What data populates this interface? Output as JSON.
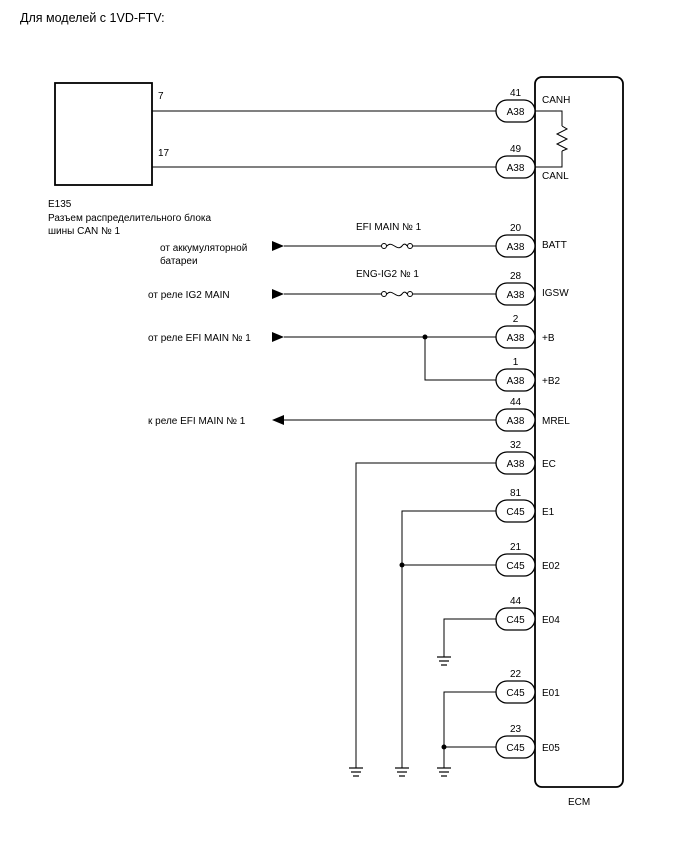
{
  "header": {
    "title": "Для моделей с 1VD-FTV:"
  },
  "e135": {
    "id": "E135",
    "name_line1": "Разъем распределительного блока",
    "name_line2": "шины CAN № 1",
    "pin_top": "7",
    "pin_bottom": "17"
  },
  "ecm": {
    "label": "ECM"
  },
  "fuses": {
    "efi_main": "EFI MAIN № 1",
    "eng_ig2": "ENG-IG2 № 1"
  },
  "sources": {
    "battery_line1": "от аккумуляторной",
    "battery_line2": "батареи",
    "ig2_relay": "от реле IG2 MAIN",
    "efi_relay": "от реле EFI MAIN № 1",
    "mrel_relay": "к реле EFI MAIN № 1"
  },
  "pins": [
    {
      "num": "41",
      "conn": "A38",
      "signal": "CANH"
    },
    {
      "num": "49",
      "conn": "A38",
      "signal": "CANL"
    },
    {
      "num": "20",
      "conn": "A38",
      "signal": "BATT"
    },
    {
      "num": "28",
      "conn": "A38",
      "signal": "IGSW"
    },
    {
      "num": "2",
      "conn": "A38",
      "signal": "+B"
    },
    {
      "num": "1",
      "conn": "A38",
      "signal": "+B2"
    },
    {
      "num": "44",
      "conn": "A38",
      "signal": "MREL"
    },
    {
      "num": "32",
      "conn": "A38",
      "signal": "EC"
    },
    {
      "num": "81",
      "conn": "C45",
      "signal": "E1"
    },
    {
      "num": "21",
      "conn": "C45",
      "signal": "E02"
    },
    {
      "num": "44",
      "conn": "C45",
      "signal": "E04"
    },
    {
      "num": "22",
      "conn": "C45",
      "signal": "E01"
    },
    {
      "num": "23",
      "conn": "C45",
      "signal": "E05"
    }
  ],
  "colors": {
    "line": "#000000",
    "background": "#ffffff"
  }
}
